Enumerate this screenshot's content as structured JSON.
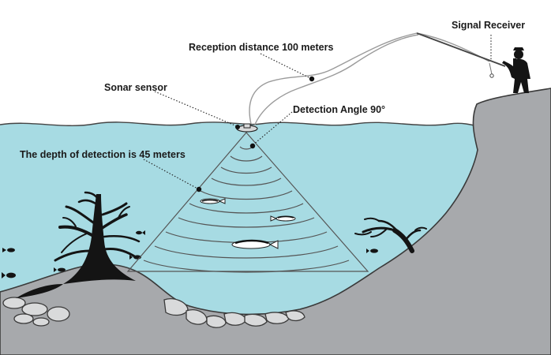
{
  "labels": {
    "signal_receiver": "Signal Receiver",
    "reception_distance": "Reception distance 100 meters",
    "sonar_sensor": "Sonar sensor",
    "detection_angle": "Detection Angle 90°",
    "depth_of_detection": "The depth of detection is 45 meters"
  },
  "colors": {
    "water": "#a7dbe3",
    "ground": "#a7a9ac",
    "ground_outline": "#3a3a3a",
    "rocks": "#d9dadb",
    "silhouette": "#141414",
    "sky": "#ffffff"
  },
  "icons": [
    "fisherman-icon",
    "fishing-rod-icon",
    "sonar-float-icon",
    "dead-tree-icon",
    "fish-icon",
    "rock-icon"
  ]
}
